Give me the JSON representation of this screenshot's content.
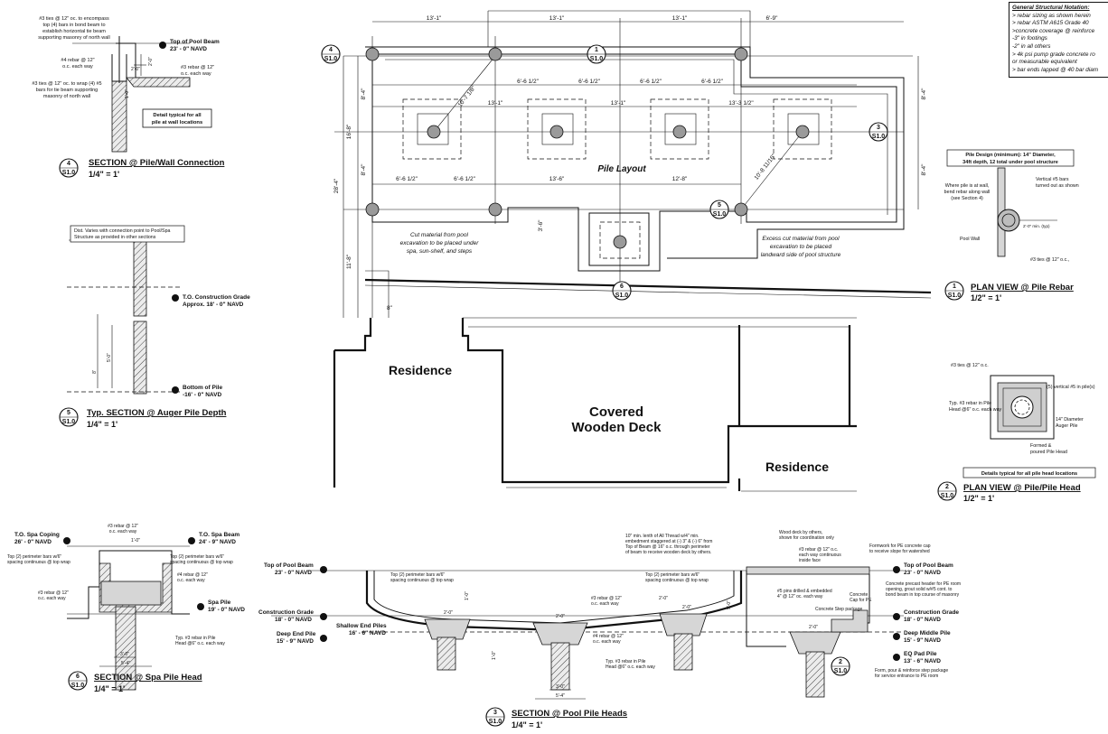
{
  "notation": {
    "title": "General Structural Notation:",
    "lines": [
      "> rebar sizing as shown herein",
      "> rebar ASTM A615 Grade 40",
      ">concrete coverage @ reinforce",
      "   -3\" in footings",
      "   -2\" in all others",
      "> 4k psi pump grade concrete ro",
      "   or measurable equivalent",
      "> bar ends lapped @ 40 bar diam"
    ]
  },
  "plan": {
    "title": "Pile Layout",
    "dims_top": [
      "13'-1\"",
      "13'-1\"",
      "13'-1\"",
      "6'-9\""
    ],
    "dims_row2": [
      "6'-6 1/2\"",
      "6'-6 1/2\"",
      "6'-6 1/2\"",
      "6'-6 1/2\""
    ],
    "dims_row3": [
      "13'-1\"",
      "13'-1\"",
      "13'-3 1/2\""
    ],
    "dims_row4": [
      "6'-6 1/2\"",
      "6'-6 1/2\"",
      "13'-6\"",
      "12'-8\""
    ],
    "dims_left": [
      "8'-4\"",
      "16'-8\"",
      "8'-4\"",
      "28'-4\"",
      "11'-8\""
    ],
    "dims_right": [
      "8'-4\"",
      "8'-4\""
    ],
    "diag1": "10'-7 1/8\"",
    "diag2": "10'-8 11/16\"",
    "dim_small": "3'-6\"",
    "dim_8in": "8\"",
    "cut_note_left": [
      "Cut material from pool",
      "excavation to be placed under",
      "spa, sun-shelf, and steps"
    ],
    "cut_note_right": [
      "Excess cut material from pool",
      "excavation to be placed",
      "landward side of pool structure"
    ],
    "residence_left": "Residence",
    "residence_right": "Residence",
    "deck": [
      "Covered",
      "Wooden Deck"
    ]
  },
  "markers": {
    "m1": {
      "num": "1",
      "sheet": "S1.0"
    },
    "m3": {
      "num": "3",
      "sheet": "S1.0"
    },
    "m4": {
      "num": "4",
      "sheet": "S1.0"
    },
    "m5": {
      "num": "5",
      "sheet": "S1.0"
    },
    "m6": {
      "num": "6",
      "sheet": "S1.0"
    },
    "m2": {
      "num": "2",
      "sheet": "S1.0"
    }
  },
  "sec4": {
    "num": "4",
    "sheet": "S1.0",
    "title": "SECTION @ Pile/Wall Connection",
    "scale": "1/4\" = 1'",
    "note_ties": [
      "#3 ties @ 12\" oc. to encompass",
      "top (4) bars in bond beam to",
      "establish horizontal tie beam",
      "supporting masonry of north wall"
    ],
    "note_rebar1": [
      "#4 rebar @ 12\"",
      "o.c. each way"
    ],
    "note_ties2": [
      "#3 ties @ 12\" oc. to wrap (4) #5",
      "bars for tie beam supporting",
      "masonry of north wall"
    ],
    "note_rebar2": [
      "#3 rebar @ 12\"",
      "o.c. each way"
    ],
    "elev_label": "Top of Pool Beam",
    "elev_value": "23' - 0\" NAVD",
    "dim1": "2'-0\"",
    "dim2": "2'-0\"",
    "dim3": "1'-0\"",
    "box": [
      "Detail typical for all",
      "pile at wall locations"
    ]
  },
  "sec5": {
    "num": "5",
    "sheet": "S1.0",
    "title": "Typ. SECTION @ Auger Pile Depth",
    "scale": "1/4\" = 1'",
    "note": [
      "Dist. Varies with connection point to Pool/Spa",
      "Structure as provided in other sections"
    ],
    "grade_label": "T.O. Construction Grade",
    "grade_value": "Approx. 18' - 0\" NAVD",
    "bottom_label": "Bottom of Pile",
    "bottom_value": "-16' - 0\" NAVD",
    "dim1": "5'-0\"",
    "dim2": "8'"
  },
  "sec1": {
    "num": "1",
    "sheet": "S1.0",
    "title": "PLAN VIEW @ Pile Rebar",
    "scale": "1/2\" = 1'",
    "design": [
      "Pile Design (minimum): 14\" Diameter,",
      "34ft depth, 12 total under pool structure"
    ],
    "note_wall": [
      "Where pile is at wall,",
      "bend rebar along wall",
      "(see Section 4)"
    ],
    "note_vert": [
      "Vertical #5 bars",
      "turned out as shown"
    ],
    "pool_wall": "Pool Wall",
    "dim": "2'-0\" min. (typ)",
    "ties": "#3 ties @ 12\" o.c.,"
  },
  "sec2": {
    "num": "2",
    "sheet": "S1.0",
    "title": "PLAN VIEW @ Pile/Pile Head",
    "scale": "1/2\" = 1'",
    "ties": "#3 ties @ 12\" o.c.",
    "vert": "(5) vertical #5 in pile(s)",
    "rebar": [
      "Typ. #3 rebar in Pile",
      "Head @6\" o.c. each way"
    ],
    "auger": [
      "14\" Diameter",
      "Auger Pile"
    ],
    "formed": [
      "Formed &",
      "poured Pile Head"
    ],
    "box": "Details typical for all pile head locations"
  },
  "sec6": {
    "num": "6",
    "sheet": "S1.0",
    "title": "SECTION @ Spa Pile Head",
    "scale": "1/4\" = 1'",
    "coping_label": "T.O. Spa Coping",
    "coping_value": "26' - 0\" NAVD",
    "beam_label": "T.O. Spa Beam",
    "beam_value": "24' - 9\" NAVD",
    "rebar_top": [
      "#3 rebar @ 12\"",
      "o.c. each way"
    ],
    "perim_left": [
      "Top (2) perimeter bars w/6\"",
      "spacing continuous @ top wrap"
    ],
    "perim_right": [
      "Top (2) perimeter bars w/6\"",
      "spacing continuous @ top wrap"
    ],
    "rebar4": [
      "#4 rebar @ 12\"",
      "o.c. each way"
    ],
    "rebar3": [
      "#3 rebar @ 12\"",
      "o.c. each way"
    ],
    "pile_label": "Spa Pile",
    "pile_value": "19' - 0\" NAVD",
    "typ": [
      "Typ. #3 rebar in Pile",
      "Head @6\" o.c. each way"
    ],
    "dim_top": "1'-0\"",
    "dim_b1": "3'-0\"",
    "dim_b2": "5'-4\""
  },
  "sec3": {
    "num": "3",
    "sheet": "S1.0",
    "title": "SECTION @ Pool Pile Heads",
    "scale": "1/4\" = 1'",
    "levels": [
      {
        "label": "Top of Pool Beam",
        "value": "23' - 0\" NAVD"
      },
      {
        "label": "Construction Grade",
        "value": "18' - 0\" NAVD"
      },
      {
        "label": "Shallow End Piles",
        "value": "16' - 6\" NAVD"
      },
      {
        "label": "Deep End Pile",
        "value": "15' - 9\" NAVD"
      }
    ],
    "levels_right": [
      {
        "label": "Top of Pool Beam",
        "value": "23' - 0\" NAVD"
      },
      {
        "label": "Construction Grade",
        "value": "18' - 0\" NAVD"
      },
      {
        "label": "Deep Middle Pile",
        "value": "15' - 9\" NAVD"
      },
      {
        "label": "EQ Pad Pile",
        "value": "13' - 6\" NAVD"
      }
    ],
    "perim1": [
      "Top (2) perimeter bars w/6\"",
      "spacing continuous @ top wrap"
    ],
    "perim2": [
      "Top (2) perimeter bars w/6\"",
      "spacing continuous @ top wrap"
    ],
    "thread": [
      "10\" min. lenth of All Thread w/4\" min.",
      "embedment staggered at (-) 3\" & (-) 6\" from",
      "Top of Beam @ 16\" o.c. through perimeter",
      "of beam to receive wooden deck by others."
    ],
    "wood": [
      "Wood deck by others,",
      "shown for coordination only"
    ],
    "formwork": [
      "Formwork for PE concrete cap",
      "to receive slope for watershed"
    ],
    "rebar_inside": [
      "#3 rebar @ 12\" o.c.",
      "each way continuous",
      "inside face"
    ],
    "header": [
      "Concrete precast header for PE room",
      "opening, grout solid w/#5 cont. to",
      "bond beam in top course of masonry"
    ],
    "pins": [
      "#5 pins drilled & embedded",
      "4\" @ 12\" oc. each way"
    ],
    "cap": [
      "Concrete",
      "Cap for PE"
    ],
    "step": "Concrete Step package",
    "rebar3a": [
      "#3 rebar @ 12\"",
      "o.c. each way"
    ],
    "rebar4a": [
      "#4 rebar @ 12\"",
      "o.c. each way"
    ],
    "typ": [
      "Typ. #3 rebar in Pile",
      "Head @6\" o.c. each way"
    ],
    "form": [
      "Form, pour & reinforce step package",
      "for service entrance to PE room"
    ],
    "dims": [
      "2'-0\"",
      "2'-0\"",
      "2'-0\"",
      "2'-0\"",
      "3'-0\"",
      "5'-4\"",
      "1'-0\"",
      "1'-0\"",
      "5'-0\"",
      "2'-0\""
    ]
  }
}
